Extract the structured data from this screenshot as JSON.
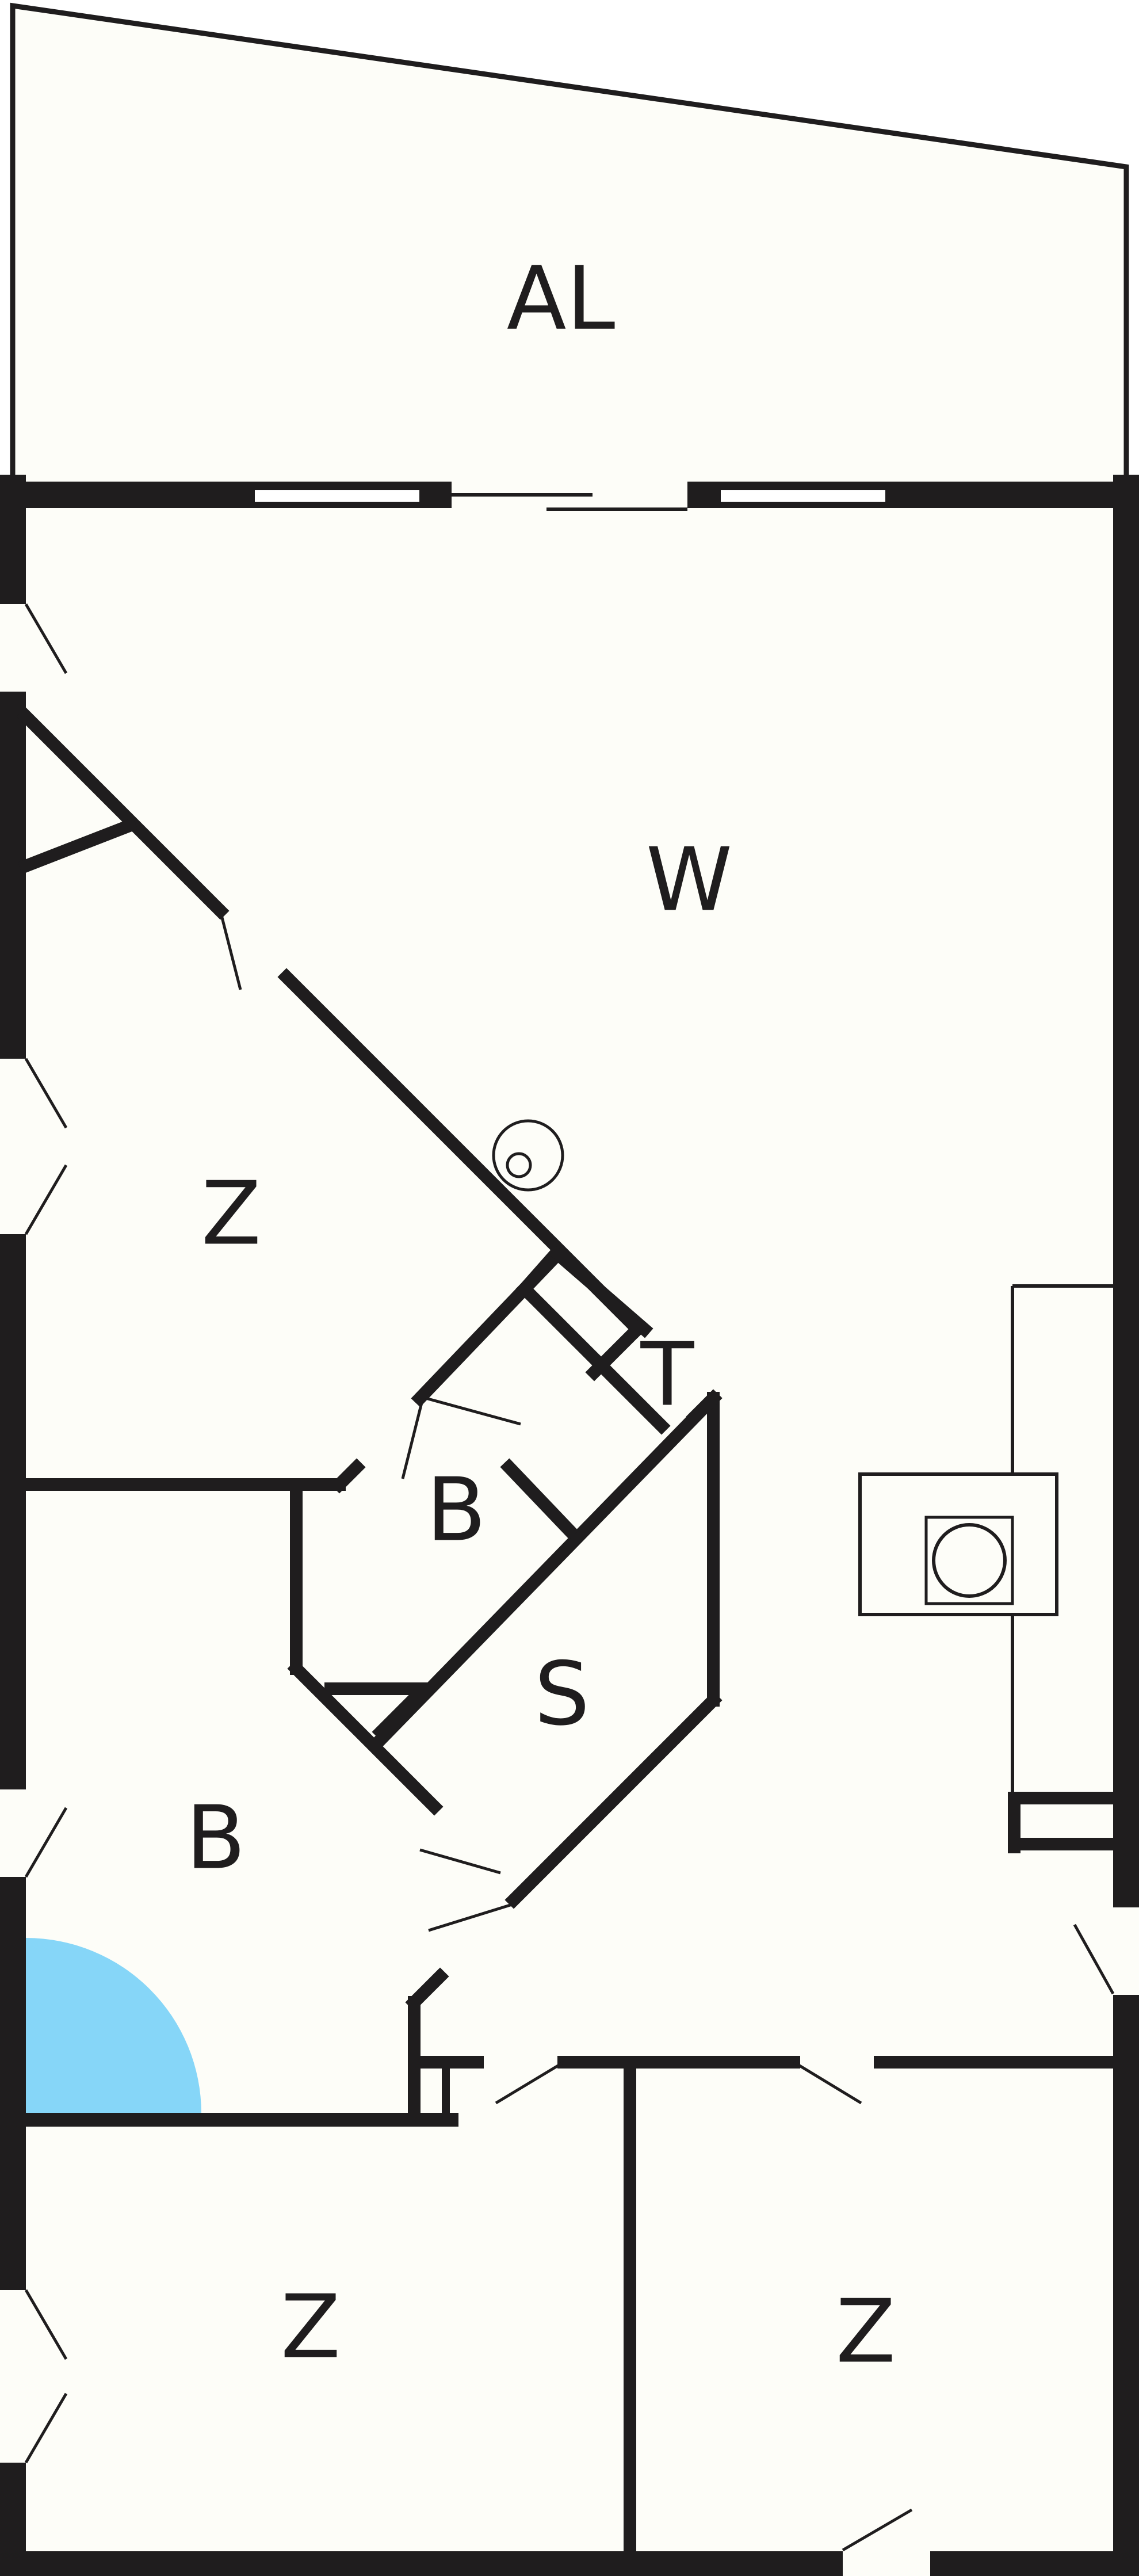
{
  "colors": {
    "wall": "#1f1d1e",
    "floor": "#fdfdf8",
    "shower": "#86d6f8"
  },
  "rooms": {
    "balcony": "AL",
    "living": "W",
    "bedroom_west": "Z",
    "toilet": "T",
    "bathroom_inner": "B",
    "storage": "S",
    "bathroom_west": "B",
    "bedroom_south_west": "Z",
    "bedroom_south_east": "Z"
  },
  "icons": {
    "shower_tray": "quarter-circle-shower",
    "toilet_fixture": "toilet-circle",
    "cooktop_fixture": "cooktop-circle"
  }
}
